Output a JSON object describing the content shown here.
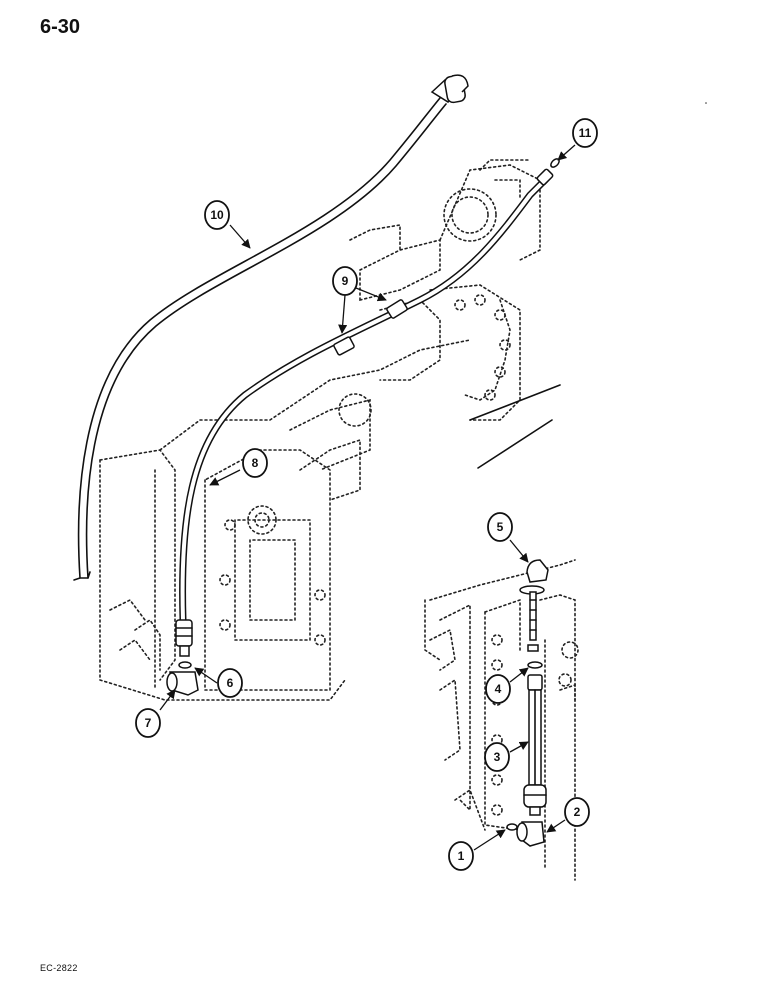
{
  "page_number": "6-30",
  "doc_code": "EC-2822",
  "callouts": [
    {
      "id": "c1",
      "label": "1"
    },
    {
      "id": "c2",
      "label": "2"
    },
    {
      "id": "c3",
      "label": "3"
    },
    {
      "id": "c4",
      "label": "4"
    },
    {
      "id": "c5",
      "label": "5"
    },
    {
      "id": "c6",
      "label": "6"
    },
    {
      "id": "c7",
      "label": "7"
    },
    {
      "id": "c8",
      "label": "8"
    },
    {
      "id": "c9",
      "label": "9"
    },
    {
      "id": "c10",
      "label": "10"
    },
    {
      "id": "c11",
      "label": "11"
    }
  ]
}
